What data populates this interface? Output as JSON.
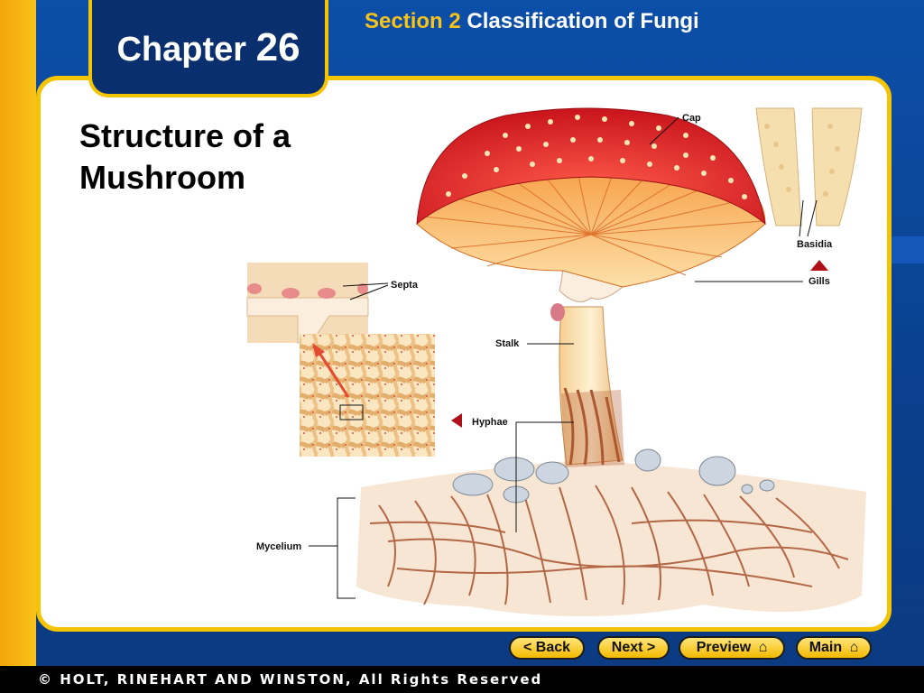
{
  "header": {
    "chapter_word": "Chapter",
    "chapter_number": "26",
    "section_word": "Section 2",
    "section_title": "Classification of Fungi"
  },
  "slide": {
    "title": "Structure of a Mushroom"
  },
  "diagram": {
    "labels": {
      "cap": "Cap",
      "basidia": "Basidia",
      "gills": "Gills",
      "septa": "Septa",
      "stalk": "Stalk",
      "hyphae": "Hyphae",
      "mycelium": "Mycelium"
    },
    "colors": {
      "cap_red": "#e3242b",
      "gill_orange": "#f08a2a",
      "stalk_cream": "#fbe4b3",
      "hyphae_brown": "#a7522e",
      "pointer_red": "#b0101a"
    }
  },
  "nav": {
    "back": "< Back",
    "next": "Next >",
    "preview": "Preview",
    "main": "Main",
    "home_icon": "house-icon"
  },
  "footer": {
    "copyright": "© HOLT, RINEHART AND WINSTON, All Rights Reserved"
  }
}
